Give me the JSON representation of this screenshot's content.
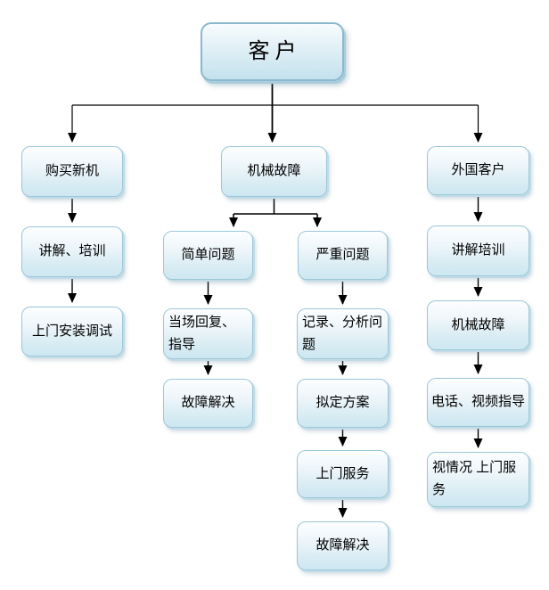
{
  "diagram": {
    "type": "flowchart",
    "language": "zh-CN",
    "background": "#ffffff",
    "colors": {
      "node_border": "#9cc7d8",
      "root_border": "#8cb8cf",
      "node_fill_top": "#fdfeff",
      "node_fill_bottom": "#cde7f1",
      "shadow_edge": "#c2dce7",
      "arrow": "#000000",
      "text": "#000000"
    }
  },
  "nodes": {
    "customer": {
      "label": "客户"
    },
    "buy_new_machine": {
      "label": "购买新机"
    },
    "explain_training": {
      "label": "讲解、培训"
    },
    "onsite_install_debug": {
      "label": "上门安装调试"
    },
    "mechanical_fault": {
      "label": "机械故障"
    },
    "simple_problem": {
      "label": "简单问题"
    },
    "onsite_reply_guide": {
      "label": "当场回复、指导"
    },
    "fault_solved_simple": {
      "label": "故障解决"
    },
    "serious_problem": {
      "label": "严重问题"
    },
    "record_analyze_problem": {
      "label": "记录、分析问题"
    },
    "draft_plan": {
      "label": "拟定方案"
    },
    "onsite_service": {
      "label": "上门服务"
    },
    "fault_solved_serious": {
      "label": "故障解决"
    },
    "foreign_customer": {
      "label": "外国客户"
    },
    "explain_training_foreign": {
      "label": "讲解培训"
    },
    "mechanical_fault_foreign": {
      "label": "机械故障"
    },
    "phone_video_guide": {
      "label": "电话、视频指导"
    },
    "onsite_service_as_needed": {
      "label": "视情况 上门服务"
    }
  },
  "edges": [
    {
      "from": "customer",
      "to": "buy_new_machine"
    },
    {
      "from": "customer",
      "to": "mechanical_fault"
    },
    {
      "from": "customer",
      "to": "foreign_customer"
    },
    {
      "from": "buy_new_machine",
      "to": "explain_training"
    },
    {
      "from": "explain_training",
      "to": "onsite_install_debug"
    },
    {
      "from": "mechanical_fault",
      "to": "simple_problem"
    },
    {
      "from": "mechanical_fault",
      "to": "serious_problem"
    },
    {
      "from": "simple_problem",
      "to": "onsite_reply_guide"
    },
    {
      "from": "onsite_reply_guide",
      "to": "fault_solved_simple"
    },
    {
      "from": "serious_problem",
      "to": "record_analyze_problem"
    },
    {
      "from": "record_analyze_problem",
      "to": "draft_plan"
    },
    {
      "from": "draft_plan",
      "to": "onsite_service"
    },
    {
      "from": "onsite_service",
      "to": "fault_solved_serious"
    },
    {
      "from": "foreign_customer",
      "to": "explain_training_foreign"
    },
    {
      "from": "explain_training_foreign",
      "to": "mechanical_fault_foreign"
    },
    {
      "from": "mechanical_fault_foreign",
      "to": "phone_video_guide"
    },
    {
      "from": "phone_video_guide",
      "to": "onsite_service_as_needed"
    }
  ]
}
